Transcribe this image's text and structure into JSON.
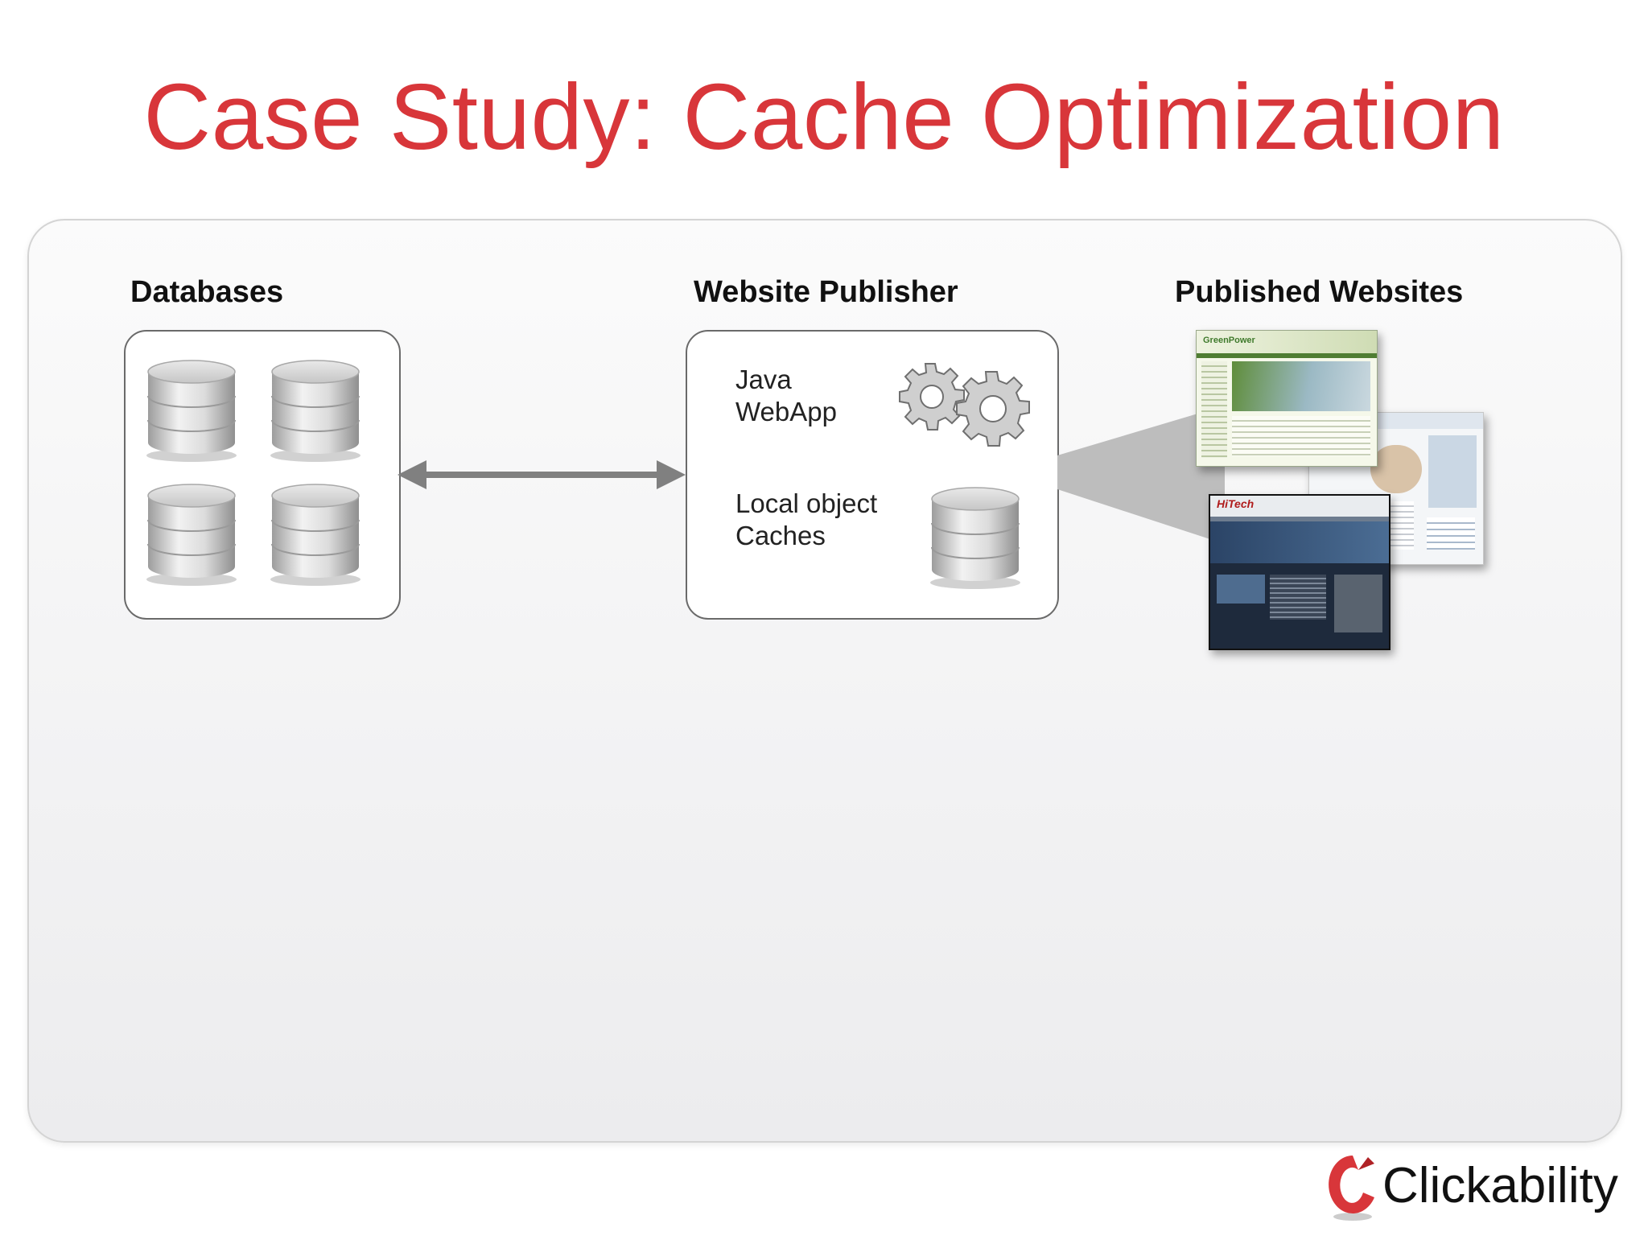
{
  "title": "Case Study: Cache Optimization",
  "sections": {
    "databases": {
      "heading": "Databases"
    },
    "publisher": {
      "heading": "Website Publisher",
      "webapp_label": [
        "Java",
        "WebApp"
      ],
      "cache_label": [
        "Local object",
        "Caches"
      ]
    },
    "websites": {
      "heading": "Published Websites",
      "site_names": [
        "GreenPower",
        "HiTech"
      ]
    }
  },
  "brand": {
    "name": "Clickability",
    "color": "#d8363a"
  },
  "colors": {
    "title": "#d8363a",
    "arrow": "#808080",
    "cylinder": "#c9c9c9"
  },
  "icons": [
    "database-icon",
    "gear-icon",
    "website-thumbnail"
  ]
}
